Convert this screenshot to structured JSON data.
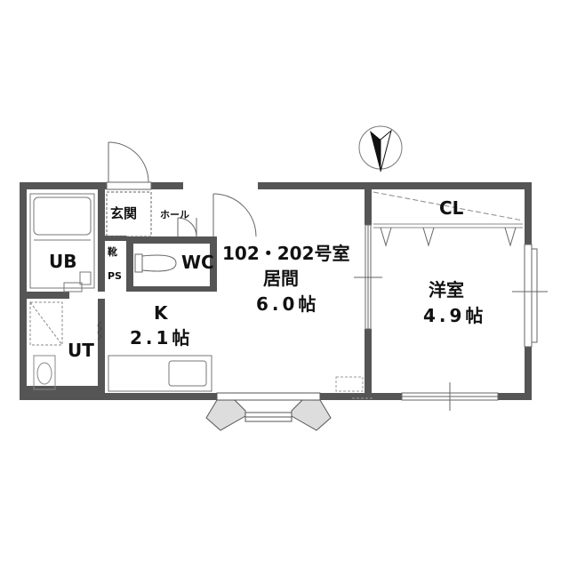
{
  "plan": {
    "unit_title": "102・202号室",
    "rooms": {
      "living": {
        "name": "居間",
        "size": "6.0帖"
      },
      "western": {
        "name": "洋室",
        "size": "4.9帖"
      },
      "kitchen": {
        "name": "K",
        "size": "2.1帖"
      },
      "closet": {
        "name": "CL"
      },
      "bath": {
        "name": "UB"
      },
      "utility": {
        "name": "UT"
      },
      "toilet": {
        "name": "WC"
      },
      "entrance": {
        "name": "玄関"
      },
      "hall": {
        "name": "ホール"
      },
      "shoe": {
        "name": "靴"
      },
      "pipe": {
        "name": "PS"
      }
    }
  }
}
